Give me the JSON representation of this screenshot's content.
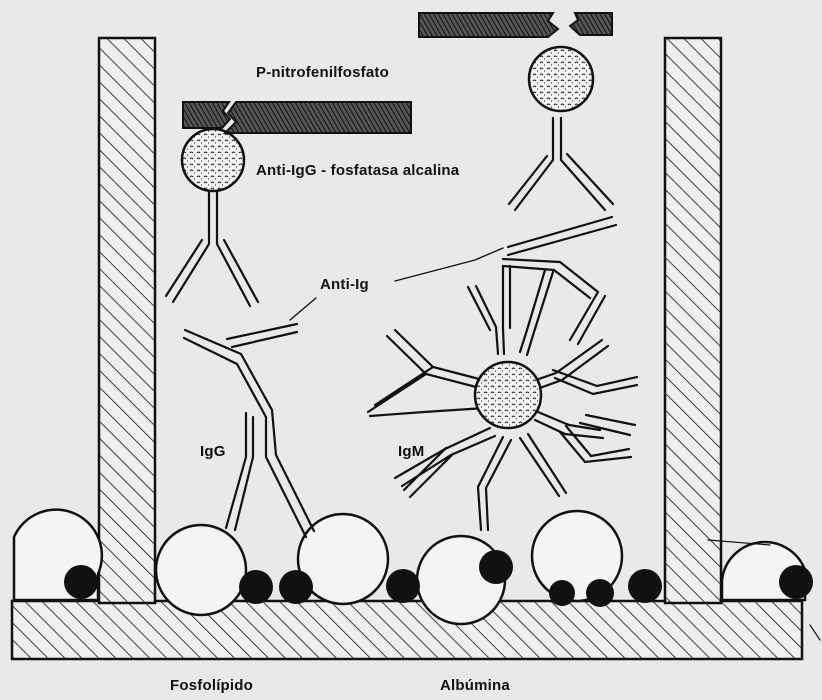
{
  "labels": {
    "substrate": "P-nitrofenilfosfato",
    "conjugate": "Anti-IgG - fosfatasa  alcalina",
    "anti_ig": "Anti-Ig",
    "igg": "IgG",
    "igm": "IgM",
    "phospholipid": "Fosfolípido",
    "albumin": "Albúmina"
  },
  "colors": {
    "background": "#e9e9e9",
    "ink": "#111111",
    "fill": "#f4f4f4"
  }
}
